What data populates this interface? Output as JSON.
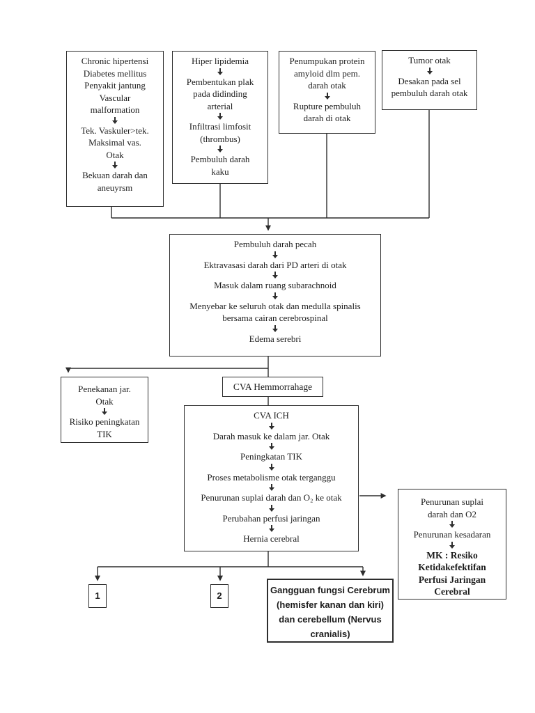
{
  "page": {
    "background": "#ffffff",
    "line_color": "#2d2d2d",
    "text_color": "#1c1c1c"
  },
  "flowchart": {
    "boxes": {
      "risk_factors": {
        "steps": [
          {
            "lines": [
              "Chronic hipertensi",
              "Diabetes mellitus",
              "Penyakit jantung",
              "Vascular",
              "malformation"
            ]
          },
          {
            "lines": [
              "Tek. Vaskuler>tek.",
              "Maksimal vas.",
              "Otak"
            ]
          },
          {
            "lines": [
              "Bekuan darah dan",
              "aneuyrsm"
            ]
          }
        ]
      },
      "hyperlipidemia": {
        "steps": [
          {
            "lines": [
              "Hiper lipidemia"
            ]
          },
          {
            "lines": [
              "Pembentukan plak",
              "pada didinding",
              "arterial"
            ]
          },
          {
            "lines": [
              "Infiltrasi limfosit",
              "(thrombus)"
            ]
          },
          {
            "lines": [
              "Pembuluh darah",
              "kaku"
            ]
          }
        ]
      },
      "amyloid": {
        "steps": [
          {
            "lines": [
              "Penumpukan protein",
              "amyloid dlm pem.",
              "darah otak"
            ]
          },
          {
            "lines": [
              "Rupture pembuluh",
              "darah di otak"
            ]
          }
        ]
      },
      "tumor": {
        "steps": [
          {
            "lines": [
              "Tumor otak"
            ]
          },
          {
            "lines": [
              "Desakan pada sel",
              "pembuluh darah otak"
            ]
          }
        ]
      },
      "vessel_rupture": {
        "steps": [
          {
            "lines": [
              "Pembuluh darah pecah"
            ]
          },
          {
            "lines": [
              "Ektravasasi darah dari PD arteri di otak"
            ]
          },
          {
            "lines": [
              "Masuk dalam ruang subarachnoid"
            ]
          },
          {
            "lines": [
              "Menyebar ke seluruh otak dan medulla spinalis",
              "bersama cairan cerebrospinal"
            ]
          },
          {
            "lines": [
              "Edema serebri"
            ]
          }
        ]
      },
      "penekanan": {
        "steps": [
          {
            "lines": [
              "Penekanan jar.",
              "Otak"
            ]
          },
          {
            "lines": [
              "Risiko peningkatan",
              "TIK"
            ]
          }
        ]
      },
      "cva_hemorrhage": {
        "label": "CVA Hemmorrahage"
      },
      "cva_ich": {
        "steps": [
          {
            "lines": [
              "CVA ICH"
            ]
          },
          {
            "lines": [
              "Darah masuk ke dalam jar. Otak"
            ]
          },
          {
            "lines": [
              "Peningkatan TIK"
            ]
          },
          {
            "lines": [
              "Proses metabolisme otak terganggu"
            ]
          },
          {
            "lines": [
              "Penurunan suplai darah dan O₂ ke otak"
            ]
          },
          {
            "lines": [
              "Perubahan perfusi jaringan"
            ]
          },
          {
            "lines": [
              "Hernia cerebral"
            ]
          }
        ]
      },
      "mk_perfusi": {
        "steps": [
          {
            "lines": [
              "Penurunan suplai",
              "darah dan O2"
            ]
          },
          {
            "lines": [
              "Penurunan kesadaran"
            ]
          },
          {
            "lines": [
              "MK : Resiko",
              "Ketidakefektifan",
              "Perfusi Jaringan",
              "Cerebral"
            ],
            "bold": true
          }
        ]
      },
      "branch_1": {
        "label": "1"
      },
      "branch_2": {
        "label": "2"
      },
      "gangguan_cerebrum": {
        "steps": [
          {
            "lines": [
              "Gangguan fungsi Cerebrum",
              "(hemisfer kanan dan kiri)",
              "dan cerebellum (Nervus",
              "cranialis)"
            ]
          }
        ]
      }
    }
  }
}
